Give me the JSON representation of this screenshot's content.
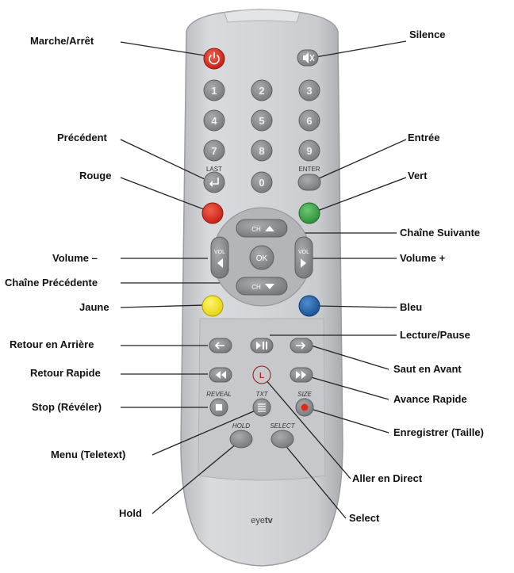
{
  "callouts": {
    "power": "Marche/Arrêt",
    "mute": "Silence",
    "previous": "Précédent",
    "enter": "Entrée",
    "red": "Rouge",
    "green": "Vert",
    "ch_up": "Chaîne Suivante",
    "vol_down": "Volume –",
    "vol_up": "Volume +",
    "ch_down": "Chaîne Précédente",
    "yellow": "Jaune",
    "blue": "Bleu",
    "rewind_back": "Retour en Arrière",
    "play_pause": "Lecture/Pause",
    "skip_forward": "Saut en Avant",
    "fast_rewind": "Retour Rapide",
    "fast_forward": "Avance Rapide",
    "stop": "Stop (Révéler)",
    "record": "Enregistrer (Taille)",
    "menu": "Menu (Teletext)",
    "live": "Aller en Direct",
    "hold": "Hold",
    "select": "Select"
  },
  "remote": {
    "digits": [
      "1",
      "2",
      "3",
      "4",
      "5",
      "6",
      "7",
      "8",
      "9",
      "0"
    ],
    "last_label": "LAST",
    "enter_label": "ENTER",
    "ch_label": "CH",
    "vol_label": "VOL",
    "ok_label": "OK",
    "reveal_label": "REVEAL",
    "txt_label": "TXT",
    "size_label": "SIZE",
    "hold_label": "HOLD",
    "select_label": "SELECT",
    "live_label": "L",
    "brand_light": "eye",
    "brand_bold": "tv"
  },
  "colors": {
    "body": "#cfd1d4",
    "button": "#8d8f92",
    "power": "#e03a2a",
    "red": "#d9281c",
    "green": "#3aa647",
    "yellow": "#f3e71e",
    "blue": "#1f64ac"
  },
  "icons": [
    "power-icon",
    "mute-icon",
    "return-icon",
    "rewind-icon",
    "fast-rewind-icon",
    "stop-icon",
    "play-pause-icon",
    "skip-forward-icon",
    "fast-forward-icon",
    "record-icon",
    "menu-icon"
  ]
}
